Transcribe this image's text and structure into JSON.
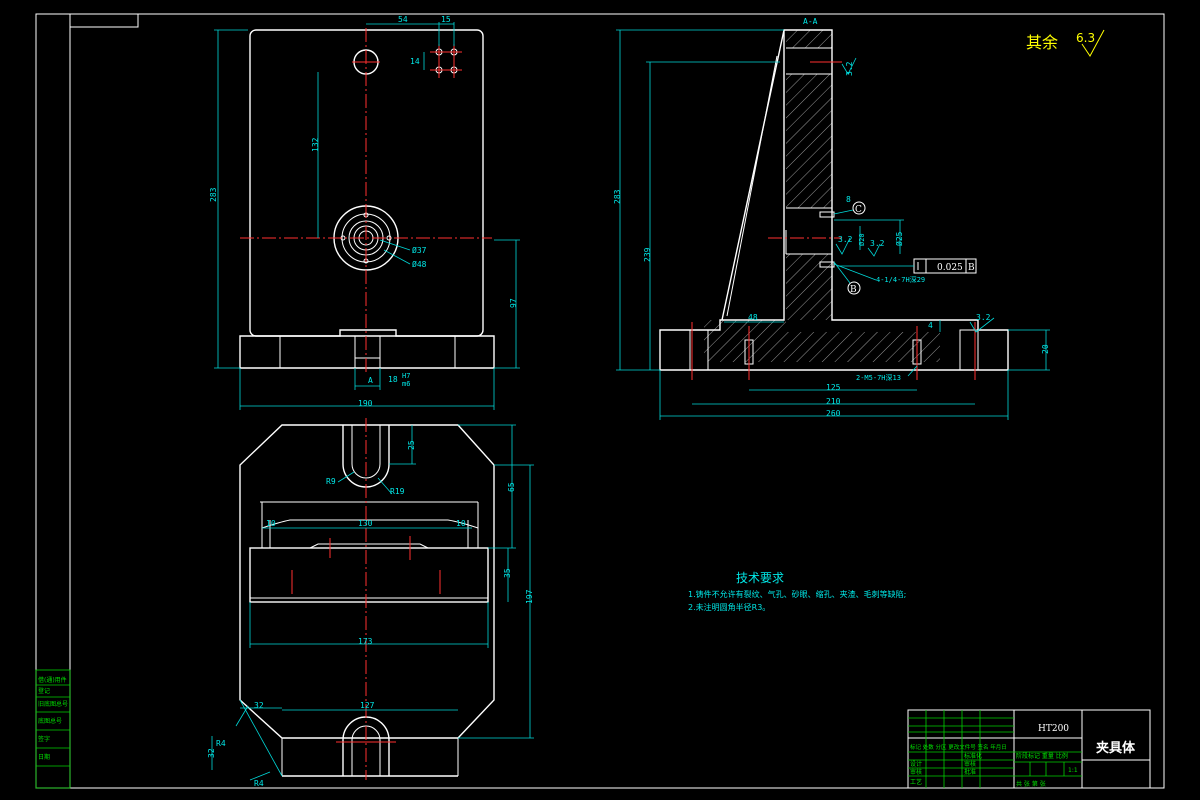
{
  "drawing": {
    "section_label": "A-A",
    "view_marker": "A",
    "surface_roughness": {
      "prefix": "其余",
      "value": "6.3"
    },
    "roughness_marks": [
      "3.2",
      "3.2",
      "3.2",
      "3.2"
    ],
    "datum_labels": [
      "C",
      "B"
    ],
    "tolerance_frame": {
      "value": "0.025",
      "datum": "B"
    }
  },
  "dimensions": {
    "front": [
      "54",
      "15",
      "14",
      "132",
      "283",
      "Ø37",
      "Ø48",
      "97",
      "18",
      "H7",
      "m6",
      "190"
    ],
    "section": [
      "283",
      "239",
      "48",
      "8",
      "Ø25",
      "Ø20",
      "4-1/4-7H深29",
      "2-M5-7H深13",
      "4",
      "125",
      "210",
      "260",
      "20"
    ],
    "top": [
      "25",
      "R9",
      "R19",
      "65",
      "10",
      "130",
      "10",
      "35",
      "197",
      "173",
      "32",
      "127",
      "R4",
      "32",
      "R4"
    ]
  },
  "tech_requirements": {
    "title": "技术要求",
    "items": [
      "1.铸件不允许有裂纹、气孔、砂眼、缩孔、夹渣、毛刺等缺陷;",
      "2.未注明圆角半径R3。"
    ]
  },
  "title_block": {
    "material": "HT200",
    "part_name": "夹具体",
    "scale": "1:1",
    "header_row": "标记 处数 分区 更改文件号 签名 年月日",
    "stage_row": "阶段标记 重量 比例",
    "bottom_row": "共 张 第 张",
    "left_labels": [
      "设计",
      "审核",
      "工艺"
    ],
    "mid_labels": [
      "标准化",
      "审核",
      "批准"
    ]
  },
  "side_stamp": [
    "借(通)用件",
    "登记",
    "旧底图总号",
    "底图总号",
    "签字",
    "日期"
  ]
}
